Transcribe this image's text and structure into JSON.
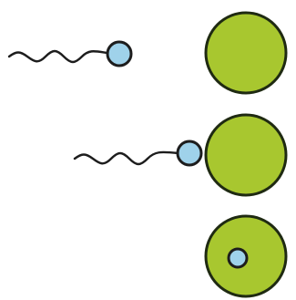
{
  "diagram": {
    "description_kind": "fertilization-stages",
    "colors": {
      "egg_fill": "#a8c72f",
      "egg_stroke": "#1f2a12",
      "nucleus_fill": "#9fd2ea",
      "line": "#1d1d1d",
      "background": "#ffffff"
    },
    "stages": [
      {
        "name": "stage-approach",
        "parts": [
          "sperm-head",
          "sperm-tail",
          "egg-cell"
        ]
      },
      {
        "name": "stage-contact",
        "parts": [
          "sperm-head",
          "sperm-tail",
          "egg-cell"
        ]
      },
      {
        "name": "stage-fertilized",
        "parts": [
          "egg-cell",
          "nucleus-inside"
        ]
      }
    ]
  }
}
